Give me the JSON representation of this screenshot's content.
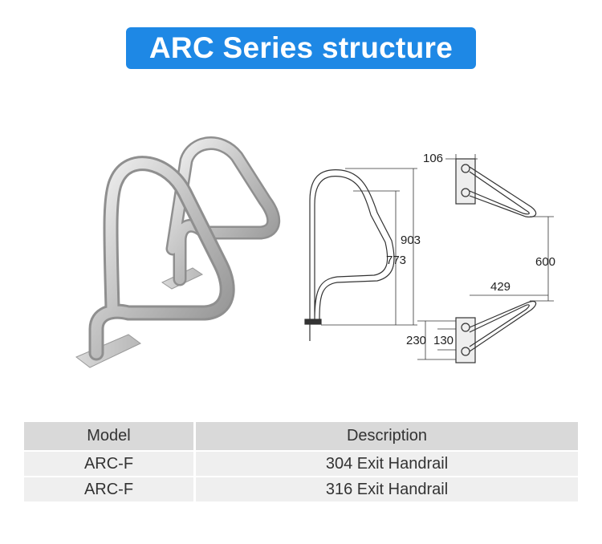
{
  "title": "ARC Series structure",
  "drawing": {
    "dim_top_width": "106",
    "dim_height_outer": "903",
    "dim_height_inner": "773",
    "dim_span": "600",
    "dim_base_width": "429",
    "dim_plate_outer": "230",
    "dim_plate_inner": "130"
  },
  "table": {
    "headers": {
      "model": "Model",
      "description": "Description"
    },
    "rows": [
      {
        "model": "ARC-F",
        "description": "304 Exit Handrail"
      },
      {
        "model": "ARC-F",
        "description": "316 Exit Handrail"
      }
    ]
  }
}
